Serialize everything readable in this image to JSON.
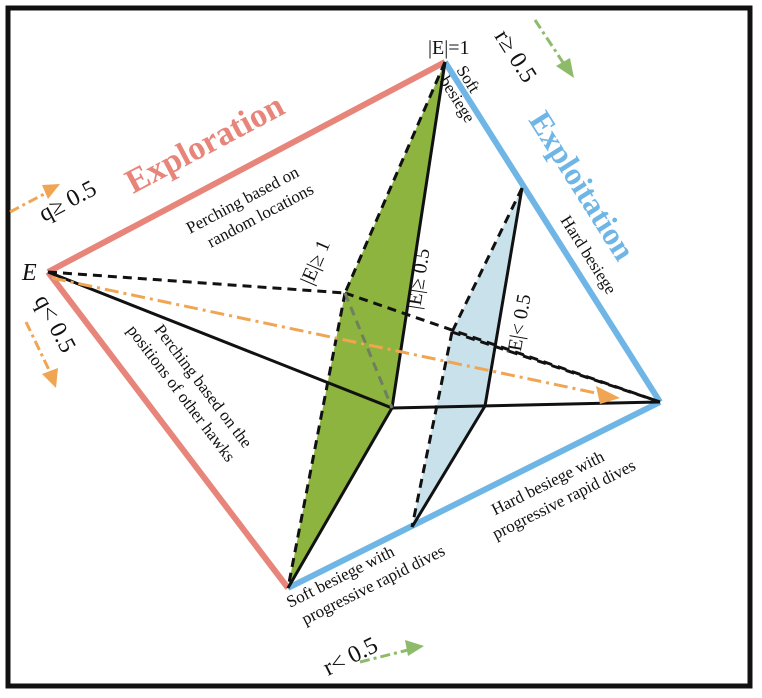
{
  "colors": {
    "exploration": "#e8857b",
    "exploitation": "#6fb6e6",
    "green_fill": "#8cb43e",
    "blue_fill": "#c9e1ea",
    "orange_arrow": "#f0a552",
    "green_arrow": "#8dbb6a"
  },
  "phases": {
    "exploration": "Exploration",
    "exploitation": "Exploitation"
  },
  "labels": {
    "e_vertex": "E",
    "e_top": "|E|=1",
    "q_ge": "q≥ 0.5",
    "q_lt": "q< 0.5",
    "r_ge": "r≥ 0.5",
    "r_lt": "r< 0.5",
    "e_ge1": "|E|≥ 1",
    "e_ge05": "|E|≥ 0.5",
    "e_lt05": "|E|< 0.5"
  },
  "strategies": {
    "perch_random_1": "Perching based on",
    "perch_random_2": "random locations",
    "perch_hawks_1": "Perching based on the",
    "perch_hawks_2": "positions of other hawks",
    "soft_besiege_1": "Soft",
    "soft_besiege_2": "besiege",
    "hard_besiege": "Hard besiege",
    "soft_dives_1": "Soft besiege with",
    "soft_dives_2": "progressive rapid dives",
    "hard_dives_1": "Hard besiege with",
    "hard_dives_2": "progressive rapid dives"
  }
}
